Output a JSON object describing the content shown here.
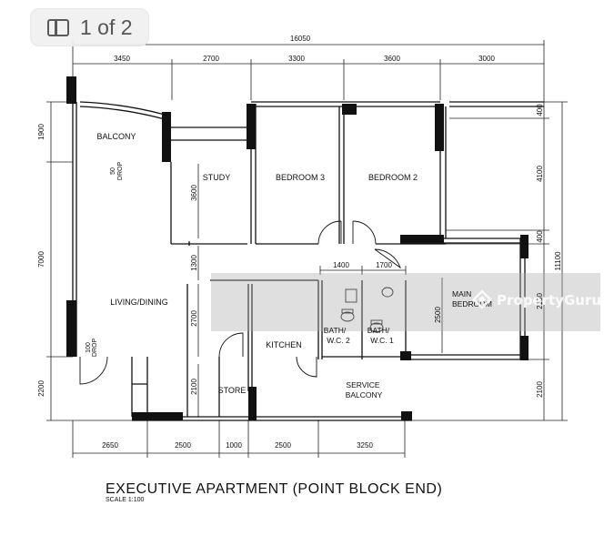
{
  "gallery": {
    "counter": "1 of 2",
    "icon": "gallery-icon"
  },
  "watermark": {
    "brand": "PropertyGuru",
    "icon": "propertyguru-logo-icon"
  },
  "plan": {
    "title": "EXECUTIVE APARTMENT (POINT BLOCK END)",
    "scale": "SCALE 1:100",
    "rooms": {
      "balcony": "BALCONY",
      "drop_bal_a": "50",
      "drop_bal_b": "DROP",
      "study": "STUDY",
      "bedroom3": "BEDROOM 3",
      "bedroom2": "BEDROOM 2",
      "living": "LIVING/DINING",
      "drop_liv_a": "100",
      "drop_liv_b": "DROP",
      "main_bed_a": "MAIN",
      "main_bed_b": "BEDROOM",
      "bath2_a": "BATH/",
      "bath2_b": "W.C. 2",
      "bath1_a": "BATH/",
      "bath1_b": "W.C. 1",
      "kitchen": "KITCHEN",
      "store": "STORE",
      "service_a": "SERVICE",
      "service_b": "BALCONY"
    },
    "dims": {
      "overall": "16050",
      "top": [
        "3450",
        "2700",
        "3300",
        "3600",
        "3000"
      ],
      "bottom": [
        "2650",
        "2500",
        "1000",
        "2500",
        "3250"
      ],
      "left": [
        "1900",
        "7000",
        "2200"
      ],
      "right_inner": [
        "400",
        "4100",
        "400",
        "2130",
        "2100"
      ],
      "right_overall": "11100",
      "study_height": "3600",
      "corridor": "1300",
      "kitchen_height": "2700",
      "store_height": "2100",
      "bath_height": "2500",
      "bath2_width": "1400",
      "bath1_width": "1700"
    }
  }
}
